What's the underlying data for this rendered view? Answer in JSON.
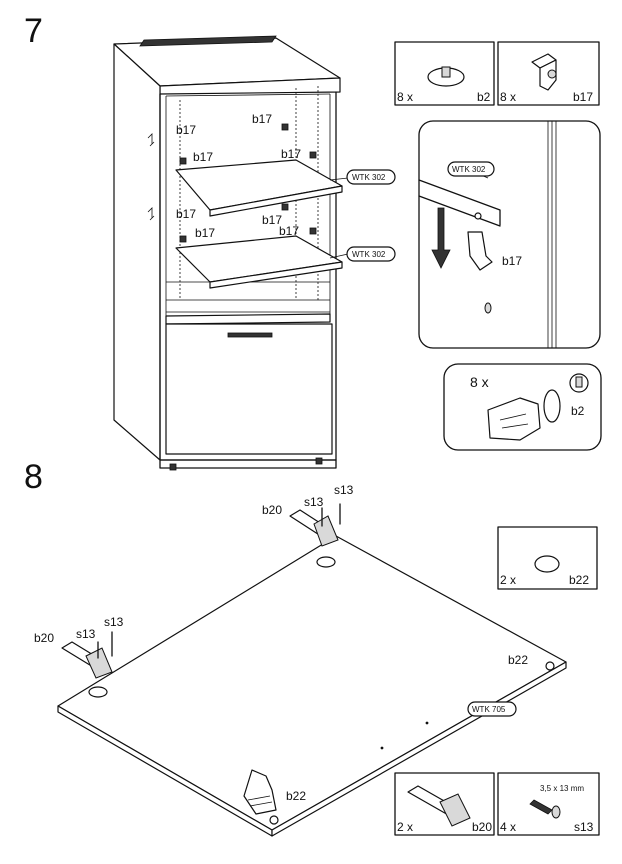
{
  "step7": {
    "number": "7",
    "part_labels": {
      "b17": "b17"
    },
    "panel_tags": [
      "WTK 302",
      "WTK 302"
    ],
    "detail_tag": "WTK 302",
    "detail_label": "b17",
    "parts": [
      {
        "qty": "8 x",
        "code": "b2",
        "icon": "shelf-pin-icon"
      },
      {
        "qty": "8 x",
        "code": "b17",
        "icon": "shelf-support-icon"
      }
    ],
    "hint": {
      "qty": "8 x",
      "code": "b2",
      "icon": "hand-press-icon"
    }
  },
  "step8": {
    "number": "8",
    "labels": {
      "b20": "b20",
      "s13": "s13",
      "b22": "b22"
    },
    "panel_tag": "WTK 705",
    "parts": [
      {
        "qty": "2 x",
        "code": "b22",
        "icon": "felt-pad-icon"
      },
      {
        "qty": "2 x",
        "code": "b20",
        "icon": "hinge-icon"
      },
      {
        "qty": "4 x",
        "code": "s13",
        "icon": "screw-icon",
        "spec": "3,5 x 13 mm"
      }
    ]
  }
}
